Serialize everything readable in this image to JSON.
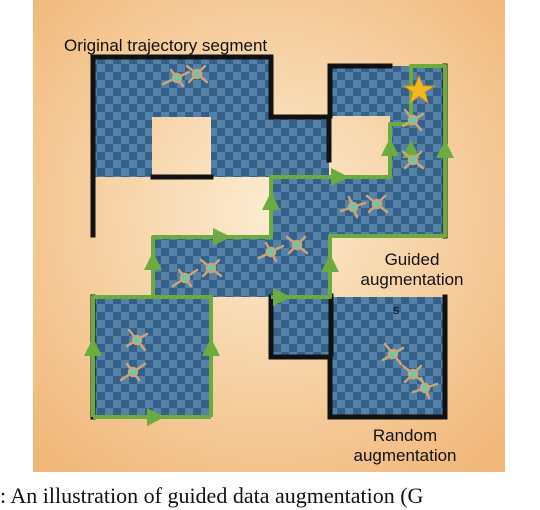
{
  "labels": {
    "original": "Original trajectory segment",
    "guided_line1": "Guided",
    "guided_line2": "augmentation",
    "guided_stray": "s",
    "random_line1": "Random",
    "random_line2": "augmentation"
  },
  "caption": ": An illustration of guided data augmentation (G",
  "icons": [
    "star-icon",
    "ant-agent-icon",
    "trajectory-arrow-icon"
  ],
  "colors": {
    "background_light": "#fbe7c3",
    "background_dark": "#f2b97a",
    "tile_dark": "#34608a",
    "tile_light": "#5681a6",
    "wall": "#111111",
    "trajectory": "#6cab3f",
    "star": "#f4b623",
    "agent_body": "#4fd6b0",
    "agent_leg": "#c9a57a"
  }
}
